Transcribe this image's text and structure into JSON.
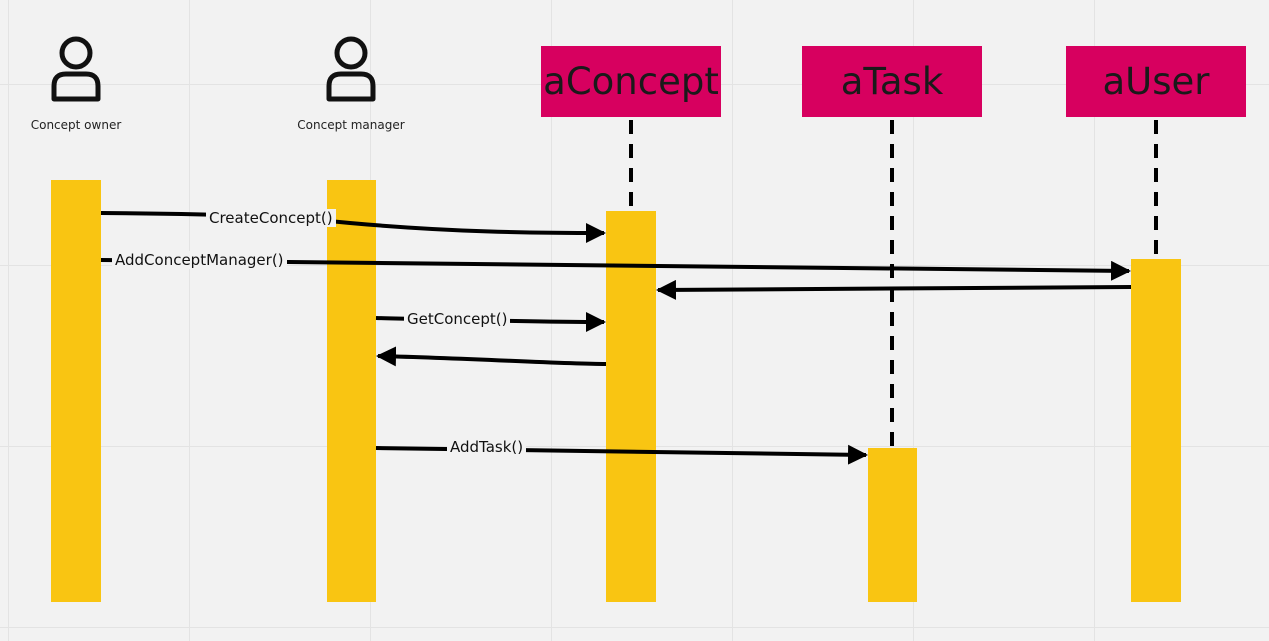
{
  "colors": {
    "background": "#f2f2f2",
    "activation": "#f9c512",
    "object_header": "#d7005f",
    "line": "#000000"
  },
  "actors": [
    {
      "label": "Concept owner",
      "icon": "user-icon"
    },
    {
      "label": "Concept manager",
      "icon": "user-icon"
    }
  ],
  "objects": [
    {
      "label": "aConcept"
    },
    {
      "label": "aTask"
    },
    {
      "label": "aUser"
    }
  ],
  "messages": [
    {
      "label": "CreateConcept()",
      "from": "Concept owner",
      "to": "aConcept"
    },
    {
      "label": "AddConceptManager()",
      "from": "Concept owner",
      "to": "aUser"
    },
    {
      "label": "",
      "from": "aUser",
      "to": "aConcept",
      "kind": "return"
    },
    {
      "label": "GetConcept()",
      "from": "Concept manager",
      "to": "aConcept"
    },
    {
      "label": "",
      "from": "aConcept",
      "to": "Concept manager",
      "kind": "return"
    },
    {
      "label": "AddTask()",
      "from": "Concept manager",
      "to": "aTask"
    }
  ]
}
